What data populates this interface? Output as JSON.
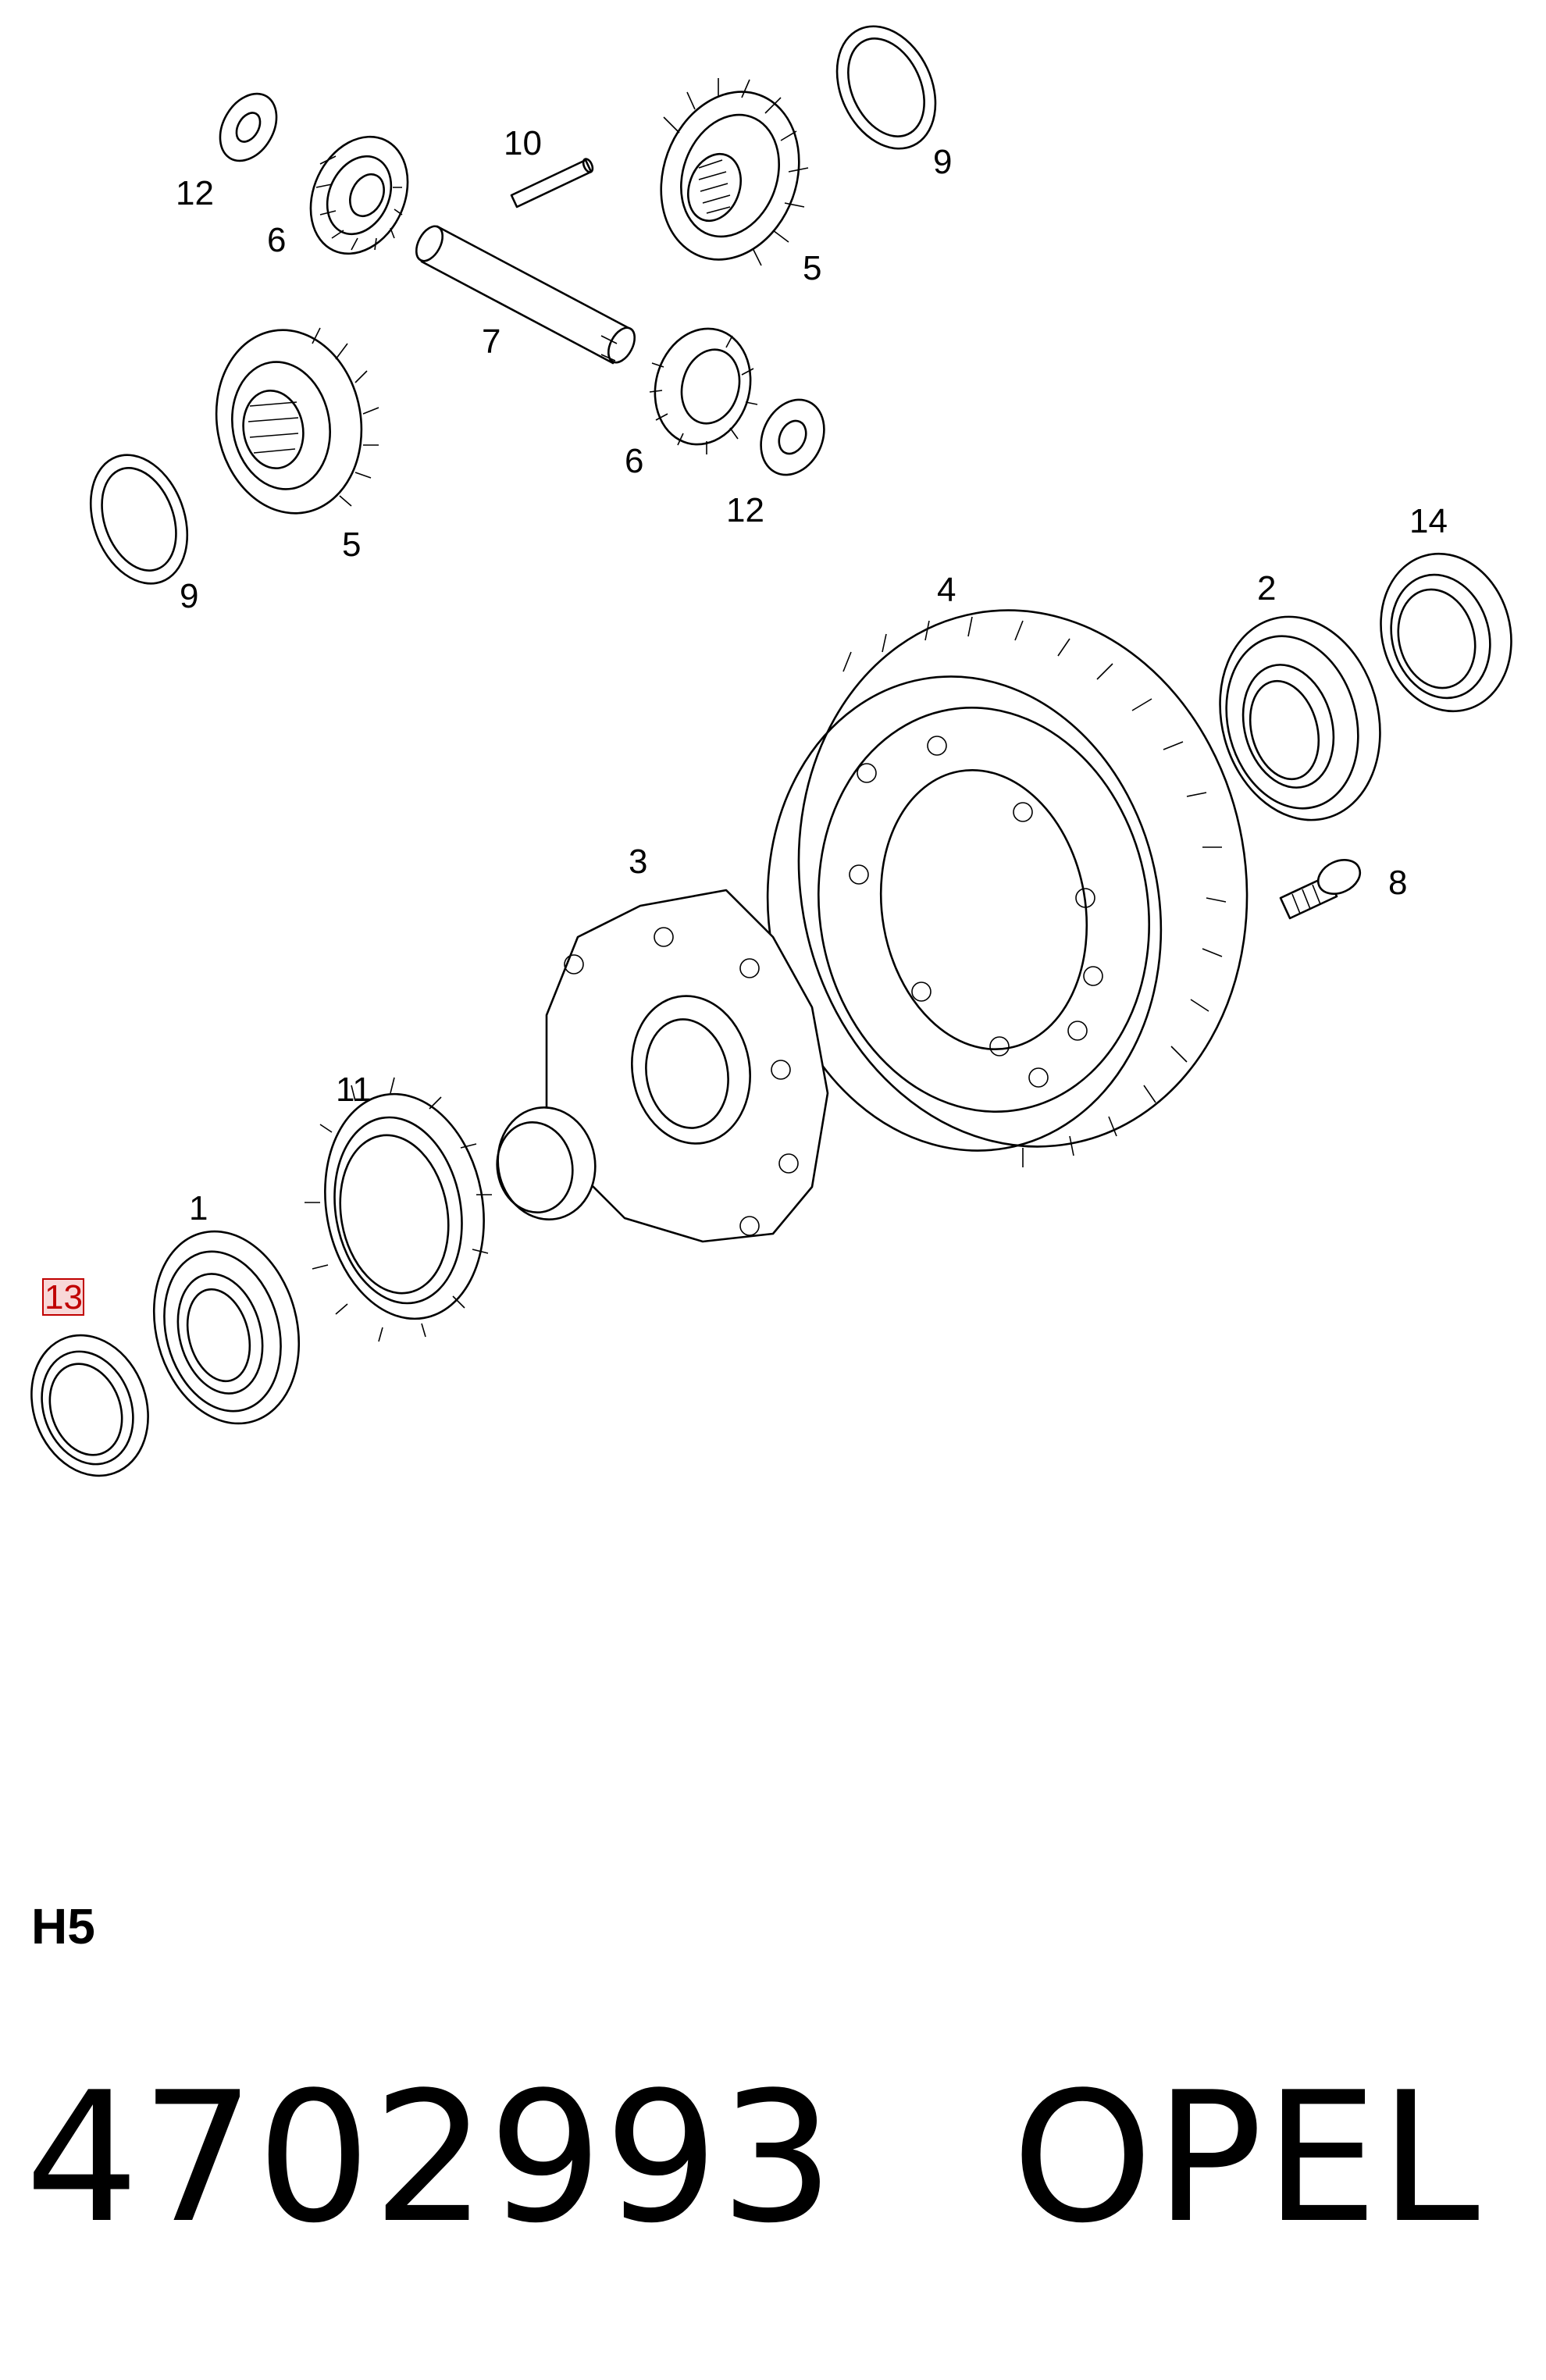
{
  "callouts": [
    {
      "id": "c12a",
      "label": "12"
    },
    {
      "id": "c6a",
      "label": "6"
    },
    {
      "id": "c10",
      "label": "10"
    },
    {
      "id": "c9a",
      "label": "9"
    },
    {
      "id": "c5a",
      "label": "5"
    },
    {
      "id": "c7",
      "label": "7"
    },
    {
      "id": "c6b",
      "label": "6"
    },
    {
      "id": "c12b",
      "label": "12"
    },
    {
      "id": "c5b",
      "label": "5"
    },
    {
      "id": "c9b",
      "label": "9"
    },
    {
      "id": "c4",
      "label": "4"
    },
    {
      "id": "c2",
      "label": "2"
    },
    {
      "id": "c14",
      "label": "14"
    },
    {
      "id": "c8",
      "label": "8"
    },
    {
      "id": "c3",
      "label": "3"
    },
    {
      "id": "c11",
      "label": "11"
    },
    {
      "id": "c1",
      "label": "1"
    },
    {
      "id": "c13",
      "label": "13",
      "highlighted": true
    }
  ],
  "highlight_color": "#c00000",
  "page_code": "H5",
  "part_number": "4702993",
  "brand": "OPEL"
}
